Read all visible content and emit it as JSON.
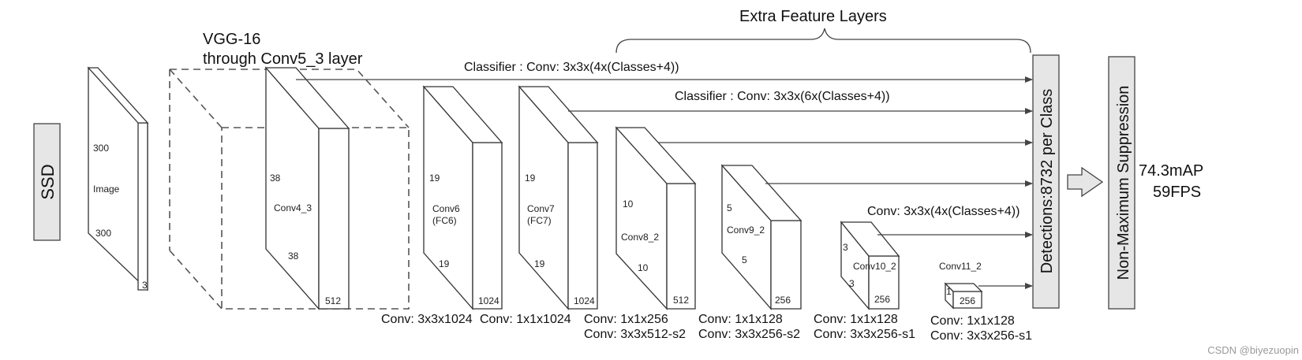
{
  "ssd_label": "SSD",
  "vgg": {
    "line1": "VGG-16",
    "line2": "through Conv5_3 layer"
  },
  "extra_feature_layers": "Extra Feature Layers",
  "classifier_1": "Classifier : Conv: 3x3x(4x(Classes+4))",
  "classifier_2": "Classifier : Conv: 3x3x(6x(Classes+4))",
  "classifier_3": "Conv: 3x3x(4x(Classes+4))",
  "detections": "Detections:8732  per Class",
  "nms": "Non-Maximum Suppression",
  "result": {
    "map": "74.3mAP",
    "fps": "59FPS"
  },
  "watermark": "CSDN @biyezuopin",
  "image_block": {
    "top": "300",
    "label": "Image",
    "bottom": "300",
    "depth": "3"
  },
  "conv4_3": {
    "h": "38",
    "label": "Conv4_3",
    "w": "38",
    "c": "512"
  },
  "conv6": {
    "h": "19",
    "label1": "Conv6",
    "label2": "(FC6)",
    "w": "19",
    "c": "1024"
  },
  "conv7": {
    "h": "19",
    "label1": "Conv7",
    "label2": "(FC7)",
    "w": "19",
    "c": "1024"
  },
  "conv8_2": {
    "h": "10",
    "label": "Conv8_2",
    "w": "10",
    "c": "512"
  },
  "conv9_2": {
    "h": "5",
    "label": "Conv9_2",
    "w": "5",
    "c": "256"
  },
  "conv10_2": {
    "h": "3",
    "label": "Conv10_2",
    "w": "3",
    "c": "256"
  },
  "conv11_2": {
    "h": "1",
    "label": "Conv11_2",
    "c": "256"
  },
  "captions": {
    "c1": "Conv: 3x3x1024",
    "c2": "Conv: 1x1x1024",
    "c3a": "Conv:  1x1x256",
    "c3b": "Conv:  3x3x512-s2",
    "c4a": "Conv: 1x1x128",
    "c4b": "Conv: 3x3x256-s2",
    "c5a": "Conv: 1x1x128",
    "c5b": "Conv: 3x3x256-s1",
    "c6a": "Conv: 1x1x128",
    "c6b": "Conv: 3x3x256-s1"
  }
}
